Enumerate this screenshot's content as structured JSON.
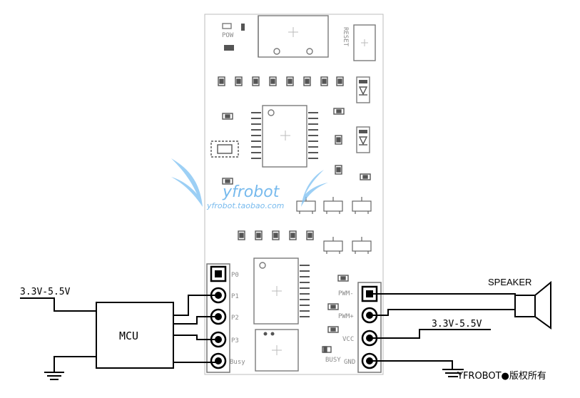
{
  "board": {
    "top": {
      "pow": "POW",
      "reset": "RESET"
    },
    "left_pins": [
      "P0",
      "P1",
      "P2",
      "P3",
      "Busy"
    ],
    "right_pins": [
      "PWM-",
      "PWM+",
      "VCC",
      "GND"
    ],
    "busy": "BUSY",
    "watermark": {
      "brand": "yfrobot",
      "site": "yfrobot.taobao.com"
    }
  },
  "mcu": {
    "label": "MCU",
    "supply": "3.3V-5.5V"
  },
  "right_supply": "3.3V-5.5V",
  "speaker": "SPEAKER",
  "copyright": "YFROBOT●版权所有",
  "colors": {
    "wire": "#000000",
    "silkscreen": "#8a8a8a",
    "watermark": "#4aa3e8"
  },
  "icons": [
    "ground-symbol",
    "speaker-symbol",
    "led-diode-symbol",
    "pin-header"
  ]
}
